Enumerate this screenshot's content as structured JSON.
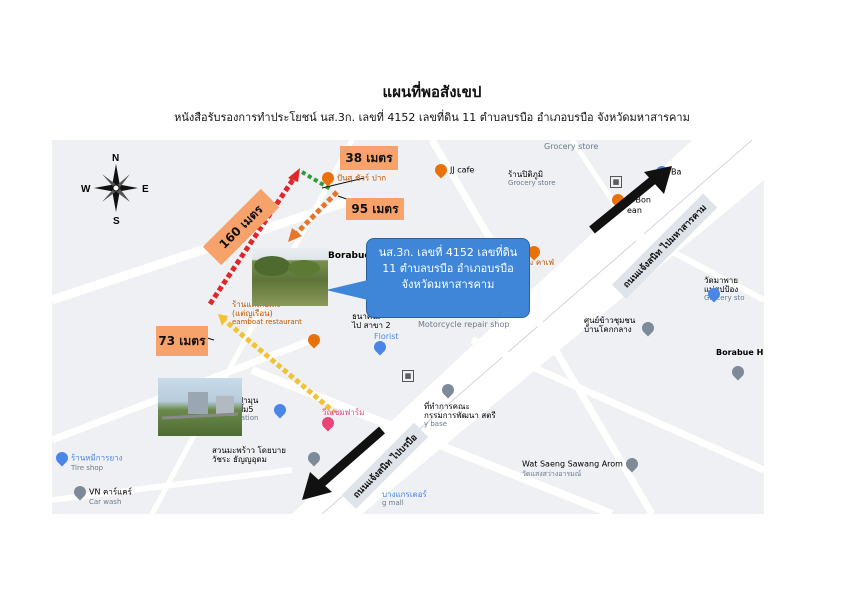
{
  "title": "แผนที่พอสังเขป",
  "subtitle": "หนังสือรับรองการทำประโยชน์ นส.3ก. เลขที่ 4152 เลขที่ดิน 11 ตำบลบรบือ อำเภอบรบือ จังหวัดมหาสารคาม",
  "compass": {
    "n": "N",
    "s": "S",
    "e": "E",
    "w": "W"
  },
  "callout": {
    "line1": "นส.3ก. เลขที่ 4152 เลขที่ดิน",
    "line2": "11 ตำบลบรบือ อำเภอบรบือ",
    "line3": "จังหวัดมหาสารคาม"
  },
  "distances": {
    "d38": "38 เมตร",
    "d95": "95 เมตร",
    "d160": "160 เมตร",
    "d73": "73 เมตร"
  },
  "road_labels": {
    "right": "ถนนแจ้งสนิท ไปมหาสารคาม",
    "bottom": "ถนนแจ้งสนิท ไปบรบือ"
  },
  "pois": {
    "jj_cafe": "JJ cafe",
    "grocery_top": "Grocery store",
    "ran_pittiphum": "ร้านปิติภูมิ",
    "grocery_2": "Grocery store",
    "pansuk": "ปันสุ ชัวร์ ปาก",
    "borabue_di": "Borabue Di",
    "cafe_label": "ม คาเฟ่",
    "bank_name": "ธนาคินเ",
    "bank_branch": "ไป สาขา 2",
    "florist": "Florist",
    "moto": "Motorcycle repair shop",
    "restaurant_th": "ร้านแต่เกียเส็ง",
    "restaurant_th2": "(แต่ญเรือน)",
    "restaurant_en": "eamboat restaurant",
    "wat_pasu_1": "วัดมาพาย",
    "wat_pasu_2": "แม่สปป้อง",
    "wat_pasu_3": "Grocery sto",
    "rice_center_1": "ศูนย์ข้าวชุมชน",
    "rice_center_2": "บ้านโคกกลาง",
    "borabue_h": "Borabue H",
    "office_1": "ที่ทำการคณะ",
    "office_2": "กรรมการพัฒนา สตรี",
    "office_3": "y base",
    "gas_1": "ป่ามุน",
    "gas_2": "ปั๊ม5",
    "gas_3": "tation",
    "farm": "วีณชมฟาร์ม",
    "coconut_1": "สวนมะพร้าว โดยบาย",
    "coconut_2": "วัชระ ธัญญอุดม",
    "wat_saeng": "Wat Saeng Sawang Arom",
    "wat_saeng_th": "วัดแสงสว่างอารมณ์",
    "tire_th": "ร้านหมีการยาง",
    "tire_en": "Tire shop",
    "car_th": "VN คาร์แคร์",
    "car_en": "Car wash",
    "mall_th": "บางแกรเตอร์",
    "mall_en": "g mall",
    "bon_1": "N Bon",
    "bon_2": "ean",
    "top_right": "Ba"
  }
}
